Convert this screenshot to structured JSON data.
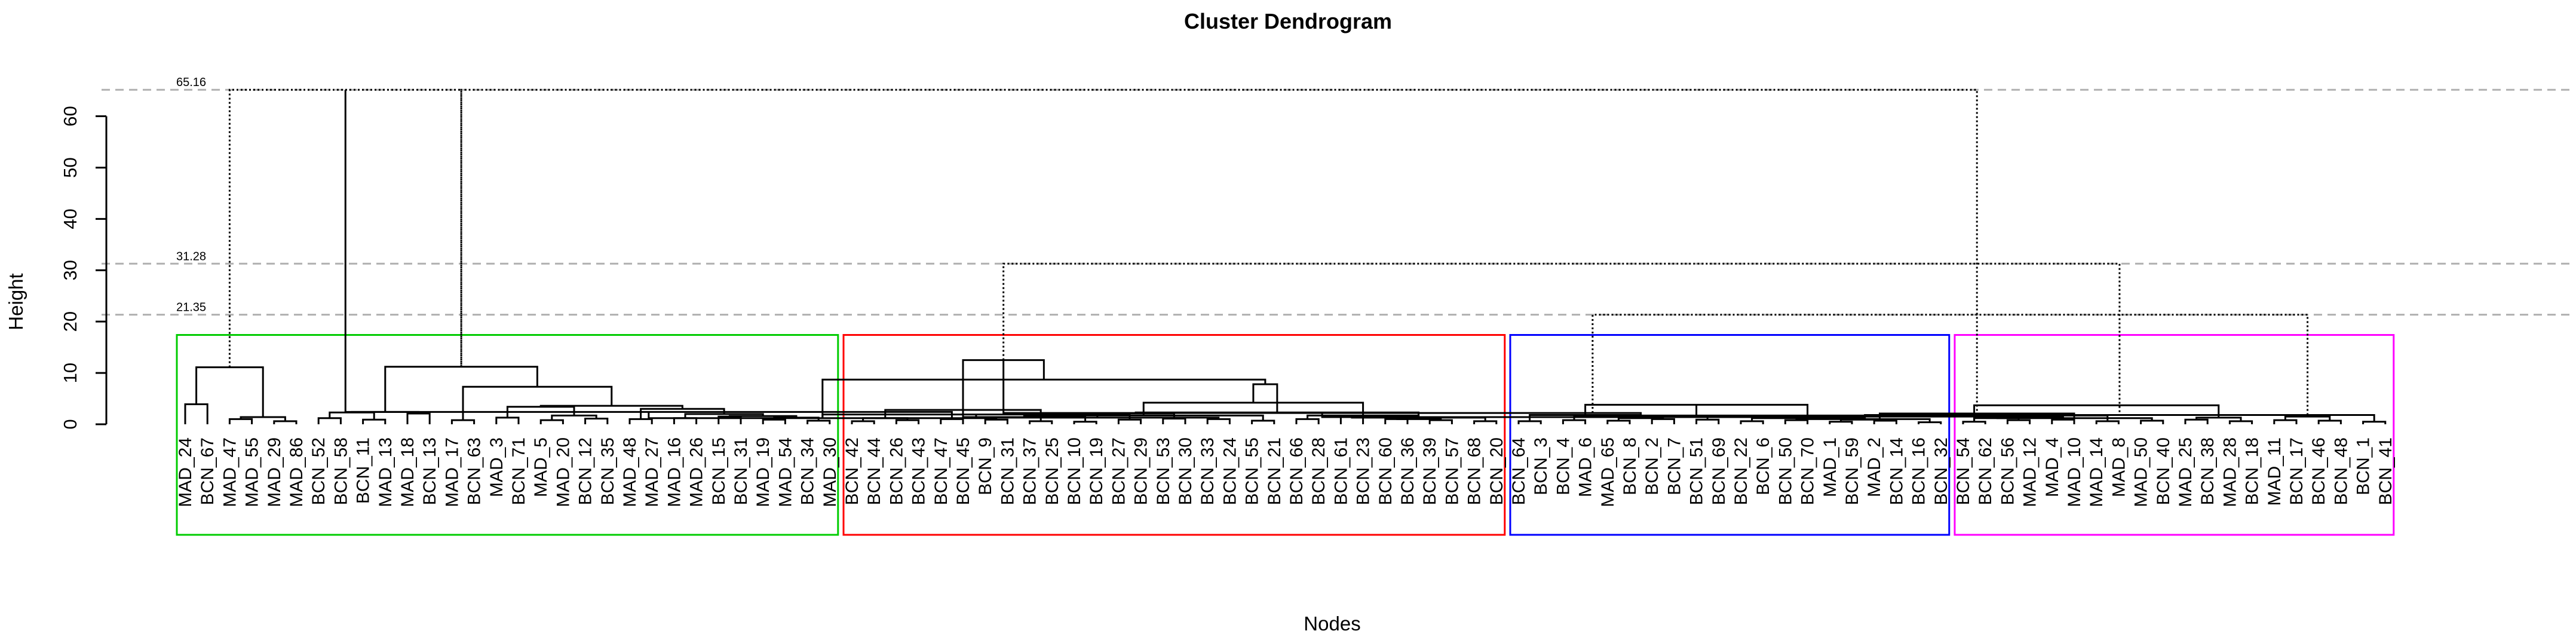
{
  "chart_data": {
    "type": "dendrogram",
    "title": "Cluster Dendrogram",
    "xlabel": "Nodes",
    "ylabel": "Height",
    "ylim": [
      0,
      66
    ],
    "yticks": [
      0,
      10,
      20,
      30,
      40,
      50,
      60
    ],
    "cut_heights": [
      65.16,
      31.28,
      21.35
    ],
    "cut_labels": [
      "65.16",
      "31.28",
      "21.35"
    ],
    "leaves": [
      "MAD_24",
      "BCN_67",
      "MAD_47",
      "MAD_55",
      "MAD_29",
      "MAD_86",
      "BCN_52",
      "BCN_58",
      "BCN_11",
      "MAD_13",
      "MAD_18",
      "BCN_13",
      "MAD_17",
      "BCN_63",
      "MAD_3",
      "BCN_71",
      "MAD_5",
      "MAD_20",
      "BCN_12",
      "BCN_35",
      "MAD_48",
      "MAD_27",
      "MAD_16",
      "MAD_26",
      "BCN_15",
      "BCN_31",
      "MAD_19",
      "MAD_54",
      "BCN_34",
      "MAD_30",
      "BCN_42",
      "BCN_44",
      "BCN_26",
      "BCN_43",
      "BCN_47",
      "BCN_45",
      "BCN_9",
      "BCN_31",
      "BCN_37",
      "BCN_25",
      "BCN_10",
      "BCN_19",
      "BCN_27",
      "BCN_29",
      "BCN_53",
      "BCN_30",
      "BCN_33",
      "BCN_24",
      "BCN_55",
      "BCN_21",
      "BCN_66",
      "BCN_28",
      "BCN_61",
      "BCN_23",
      "BCN_60",
      "BCN_36",
      "BCN_39",
      "BCN_57",
      "BCN_68",
      "BCN_20",
      "BCN_64",
      "BCN_3",
      "BCN_4",
      "MAD_6",
      "MAD_65",
      "BCN_8",
      "BCN_2",
      "BCN_7",
      "BCN_51",
      "BCN_69",
      "BCN_22",
      "BCN_6",
      "BCN_50",
      "BCN_70",
      "MAD_1",
      "BCN_59",
      "MAD_2",
      "BCN_14",
      "BCN_16",
      "BCN_32",
      "BCN_54",
      "BCN_62",
      "BCN_56",
      "MAD_12",
      "MAD_4",
      "MAD_10",
      "MAD_14",
      "MAD_8",
      "MAD_50",
      "BCN_40",
      "MAD_25",
      "BCN_38",
      "MAD_28",
      "BCN_18",
      "MAD_11",
      "BCN_17",
      "BCN_46",
      "BCN_48",
      "BCN_1",
      "BCN_41"
    ],
    "clusters": [
      {
        "leaf_range": [
          0,
          29
        ],
        "color": "#00cc00"
      },
      {
        "leaf_range": [
          30,
          59
        ],
        "color": "#ff0000"
      },
      {
        "leaf_range": [
          60,
          79
        ],
        "color": "#0000ff"
      },
      {
        "leaf_range": [
          80,
          99
        ],
        "color": "#ff00ff"
      }
    ],
    "merges": [
      [
        0,
        1,
        3.9
      ],
      [
        2,
        3,
        1.0
      ],
      [
        4,
        5,
        0.6
      ],
      [
        -2,
        -3,
        1.4
      ],
      [
        -1,
        -4,
        11.1
      ],
      [
        6,
        7,
        1.2
      ],
      [
        8,
        9,
        0.9
      ],
      [
        -6,
        -7,
        2.3
      ],
      [
        10,
        11,
        2.1
      ],
      [
        -8,
        -9,
        2.4
      ],
      [
        12,
        13,
        0.8
      ],
      [
        14,
        15,
        1.3
      ],
      [
        16,
        17,
        0.8
      ],
      [
        18,
        19,
        1.1
      ],
      [
        -13,
        -14,
        1.7
      ],
      [
        -12,
        -15,
        3.4
      ],
      [
        20,
        21,
        1.0
      ],
      [
        22,
        23,
        1.2
      ],
      [
        24,
        25,
        1.5
      ],
      [
        26,
        27,
        0.9
      ],
      [
        28,
        29,
        0.7
      ],
      [
        -20,
        -21,
        1.3
      ],
      [
        -19,
        -22,
        1.6
      ],
      [
        -18,
        -23,
        2.0
      ],
      [
        -17,
        -24,
        3.0
      ],
      [
        -16,
        -25,
        3.6
      ],
      [
        -11,
        -26,
        7.3
      ],
      [
        -10,
        -27,
        11.2
      ],
      [
        -5,
        -28,
        65.16
      ],
      [
        30,
        31,
        0.6
      ],
      [
        32,
        33,
        0.8
      ],
      [
        34,
        35,
        1.0
      ],
      [
        -30,
        -31,
        1.2
      ],
      [
        -29,
        -32,
        2.4
      ],
      [
        36,
        37,
        0.9
      ],
      [
        38,
        39,
        0.6
      ],
      [
        -34,
        -35,
        1.2
      ],
      [
        -33,
        -36,
        2.8
      ],
      [
        40,
        41,
        0.5
      ],
      [
        42,
        43,
        0.9
      ],
      [
        44,
        45,
        1.1
      ],
      [
        -38,
        -39,
        1.4
      ],
      [
        -37,
        -40,
        1.9
      ],
      [
        46,
        47,
        1.0
      ],
      [
        48,
        49,
        0.7
      ],
      [
        -43,
        -44,
        1.3
      ],
      [
        -42,
        -45,
        1.7
      ],
      [
        -41,
        -46,
        2.1
      ],
      [
        50,
        51,
        1.0
      ],
      [
        52,
        53,
        1.4
      ],
      [
        54,
        55,
        1.0
      ],
      [
        56,
        57,
        0.8
      ],
      [
        58,
        59,
        0.6
      ],
      [
        -51,
        -52,
        1.0
      ],
      [
        -50,
        -53,
        1.3
      ],
      [
        -49,
        -54,
        1.7
      ],
      [
        -48,
        -55,
        2.3
      ],
      [
        -47,
        -56,
        4.2
      ],
      [
        -57,
        -58,
        7.8
      ],
      [
        -37,
        -59,
        8.7
      ],
      [
        -38,
        -60,
        12.5
      ],
      [
        60,
        61,
        0.6
      ],
      [
        62,
        63,
        0.8
      ],
      [
        64,
        65,
        0.7
      ],
      [
        66,
        67,
        1.0
      ],
      [
        68,
        69,
        0.9
      ],
      [
        -64,
        -65,
        1.2
      ],
      [
        -63,
        -66,
        1.5
      ],
      [
        -62,
        -67,
        1.8
      ],
      [
        -61,
        -68,
        2.2
      ],
      [
        70,
        71,
        0.6
      ],
      [
        72,
        73,
        0.8
      ],
      [
        74,
        75,
        0.5
      ],
      [
        76,
        77,
        0.7
      ],
      [
        78,
        79,
        0.4
      ],
      [
        -73,
        -74,
        0.9
      ],
      [
        -72,
        -75,
        1.0
      ],
      [
        -71,
        -76,
        1.2
      ],
      [
        -70,
        -77,
        1.4
      ],
      [
        -69,
        -78,
        3.8
      ],
      [
        80,
        81,
        0.5
      ],
      [
        82,
        83,
        0.8
      ],
      [
        84,
        85,
        0.9
      ],
      [
        86,
        87,
        0.6
      ],
      [
        -81,
        -82,
        1.2
      ],
      [
        -80,
        -83,
        1.5
      ],
      [
        -79,
        -84,
        1.7
      ],
      [
        88,
        89,
        0.7
      ],
      [
        90,
        91,
        0.9
      ],
      [
        92,
        93,
        0.6
      ],
      [
        94,
        95,
        0.8
      ],
      [
        96,
        97,
        0.7
      ],
      [
        98,
        99,
        0.5
      ],
      [
        -86,
        -87,
        1.0
      ],
      [
        -85,
        -88,
        1.2
      ],
      [
        -89,
        -90,
        1.3
      ],
      [
        -91,
        -92,
        1.5
      ],
      [
        -93,
        -94,
        1.8
      ],
      [
        -86,
        -95,
        2.1
      ],
      [
        -81,
        -96,
        3.7
      ],
      [
        -79,
        -97,
        21.35
      ],
      [
        -61,
        -98,
        31.28
      ],
      [
        -28,
        -99,
        65.16
      ]
    ]
  }
}
